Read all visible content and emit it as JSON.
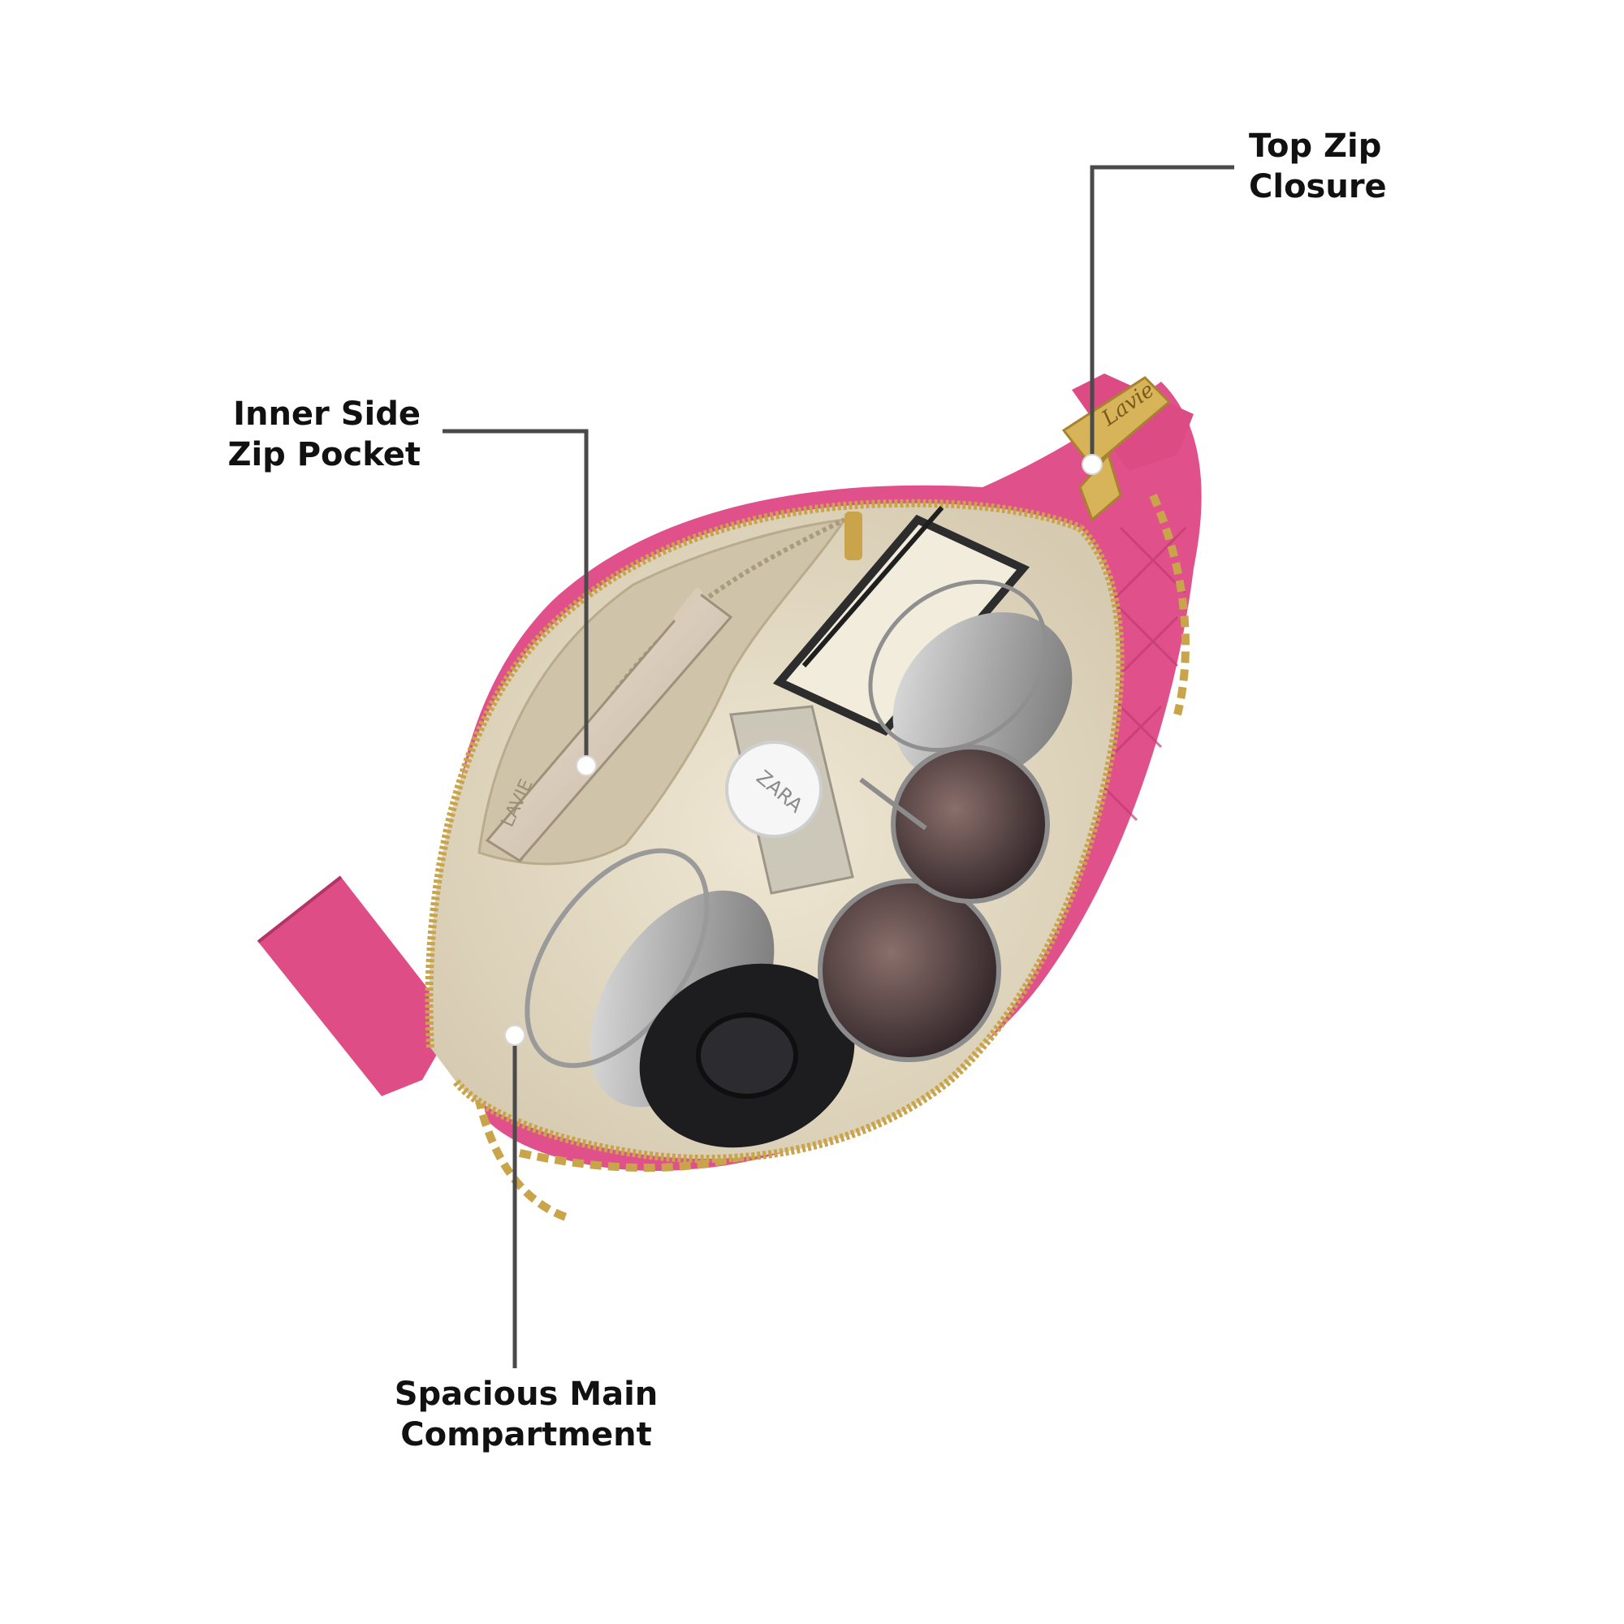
{
  "callouts": {
    "top_zip": {
      "line1": "Top Zip",
      "line2": "Closure"
    },
    "inner_side_pocket": {
      "line1": "Inner Side",
      "line2": "Zip Pocket"
    },
    "main_compartment": {
      "line1": "Spacious Main",
      "line2": "Compartment"
    }
  },
  "product": {
    "brand_mark": "Lavie",
    "lining_print": "LAVIE",
    "bottle_cap_text": "ZARA"
  },
  "colors": {
    "bag_pink": "#e0508a",
    "lining_beige": "#e6ddc8",
    "zip_gold": "#c9a44a",
    "leader_line": "#4a4a4a",
    "label_text": "#111111"
  }
}
